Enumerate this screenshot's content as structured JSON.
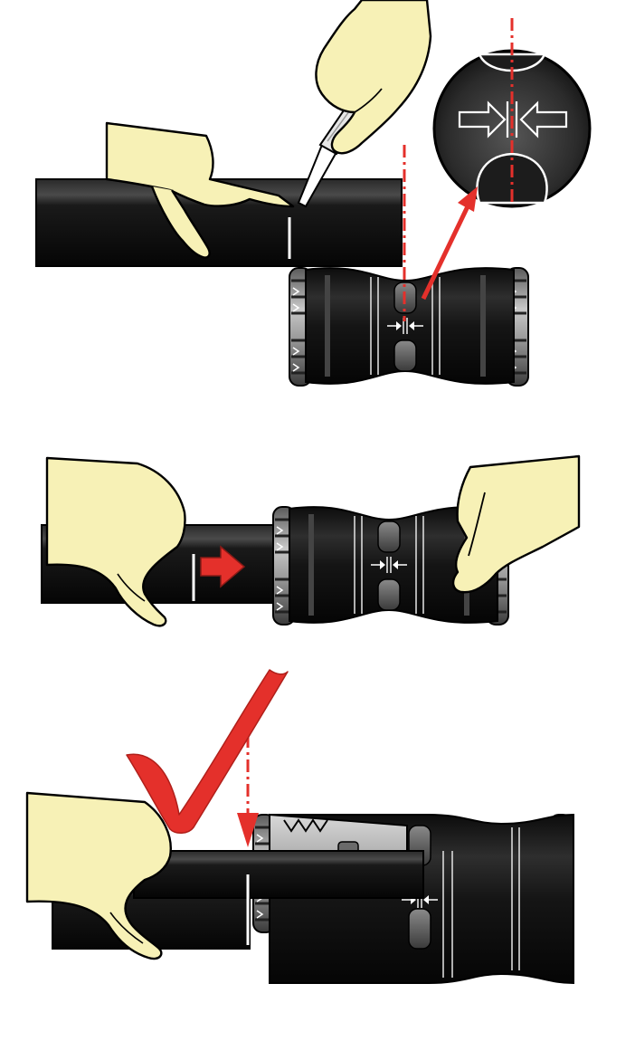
{
  "steps": [
    {
      "name": "mark-pipe",
      "icons": [
        "hand-icon",
        "knife-icon",
        "pipe",
        "fitting",
        "magnifier-icon",
        "arrow-icon"
      ]
    },
    {
      "name": "push-pipe",
      "icons": [
        "hand-icon",
        "hand-icon",
        "pipe",
        "fitting",
        "push-arrow-icon"
      ]
    },
    {
      "name": "check-insertion",
      "icons": [
        "hand-icon",
        "pipe",
        "fitting-cutaway",
        "checkmark-icon",
        "down-arrow-icon"
      ]
    }
  ],
  "colors": {
    "skin": "#f7f1b6",
    "pipe": "#111111",
    "fitting": "#151515",
    "ring": "#8f8f8f",
    "accent": "#e4302b",
    "outline": "#000000"
  }
}
